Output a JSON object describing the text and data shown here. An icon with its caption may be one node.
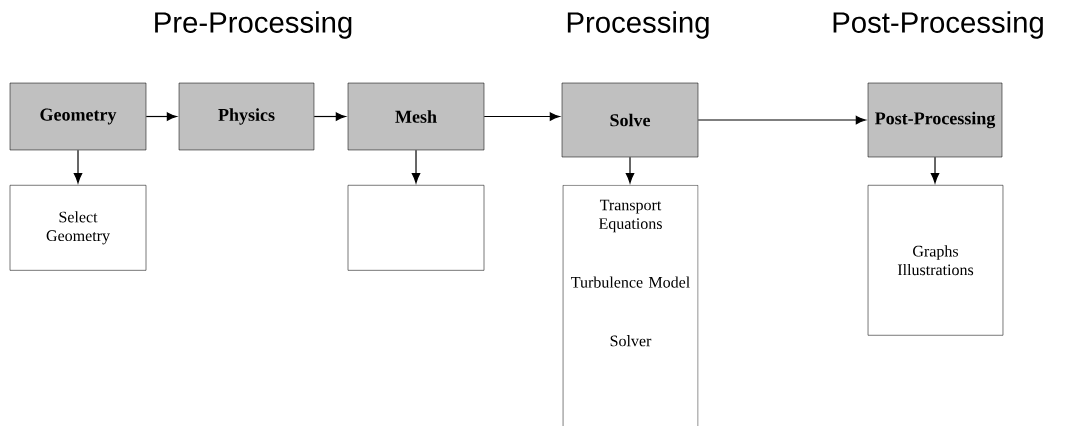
{
  "diagram": {
    "nodes": [
      {
        "text": [
          "Geometry"
        ]
      },
      {
        "text": [
          "Physics"
        ]
      },
      {
        "text": [
          "Mesh"
        ]
      },
      {
        "text": [
          "Solve"
        ]
      },
      {
        "text": [
          "Post-Processing"
        ]
      },
      {
        "text": [
          "Select Geometry"
        ]
      },
      {
        "text": [],
        "shape": "box"
      },
      {
        "text": [
          "Transport Equations",
          "Turbulence Model",
          "Solver"
        ]
      },
      {
        "text": [
          "Graphs Illustrations"
        ]
      }
    ],
    "edges": [
      {
        "from": 0,
        "to": 1,
        "arrow": "to"
      },
      {
        "from": 1,
        "to": 2,
        "arrow": "to"
      },
      {
        "from": 2,
        "to": 3,
        "arrow": "to"
      },
      {
        "from": 3,
        "to": 4,
        "arrow": "to"
      },
      {
        "from": 0,
        "to": 5,
        "arrow": "to"
      },
      {
        "from": 2,
        "to": 6,
        "arrow": "to"
      },
      {
        "from": 3,
        "to": 7,
        "arrow": "to"
      },
      {
        "from": 4,
        "to": 8,
        "arrow": "to"
      }
    ],
    "labels": [
      "Pre-Processing",
      "Processing",
      "Post-Processing"
    ]
  }
}
